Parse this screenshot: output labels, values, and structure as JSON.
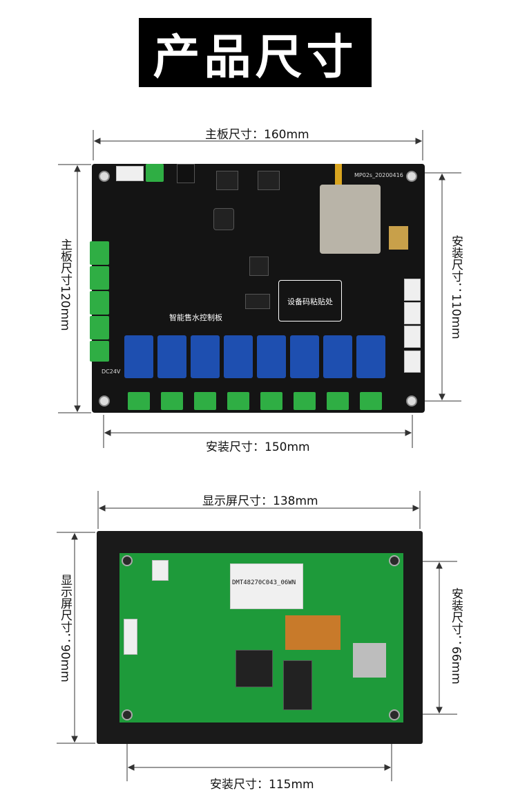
{
  "header": {
    "title": "产品尺寸"
  },
  "main_board": {
    "width_label": "主板尺寸：160mm",
    "height_label": "主板尺寸120mm",
    "mount_width_label": "安装尺寸：150mm",
    "mount_height_label": "安装尺寸：110mm",
    "model_text": "MP02s_20200416",
    "name_text": "智能售水控制板",
    "sticker_text": "设备码粘贴处",
    "voltage_text": "DC24V"
  },
  "display_board": {
    "width_label": "显示屏尺寸：138mm",
    "height_label": "显示屏尺寸：90mm",
    "mount_width_label": "安装尺寸：115mm",
    "mount_height_label": "安装尺寸：66mm",
    "sticker_code": "DMT48270C043_06WN"
  },
  "colors": {
    "relay": "#1e4fb0",
    "terminal": "#2fae44",
    "pcb_green": "#1e9a3a",
    "board_black": "#141414"
  }
}
